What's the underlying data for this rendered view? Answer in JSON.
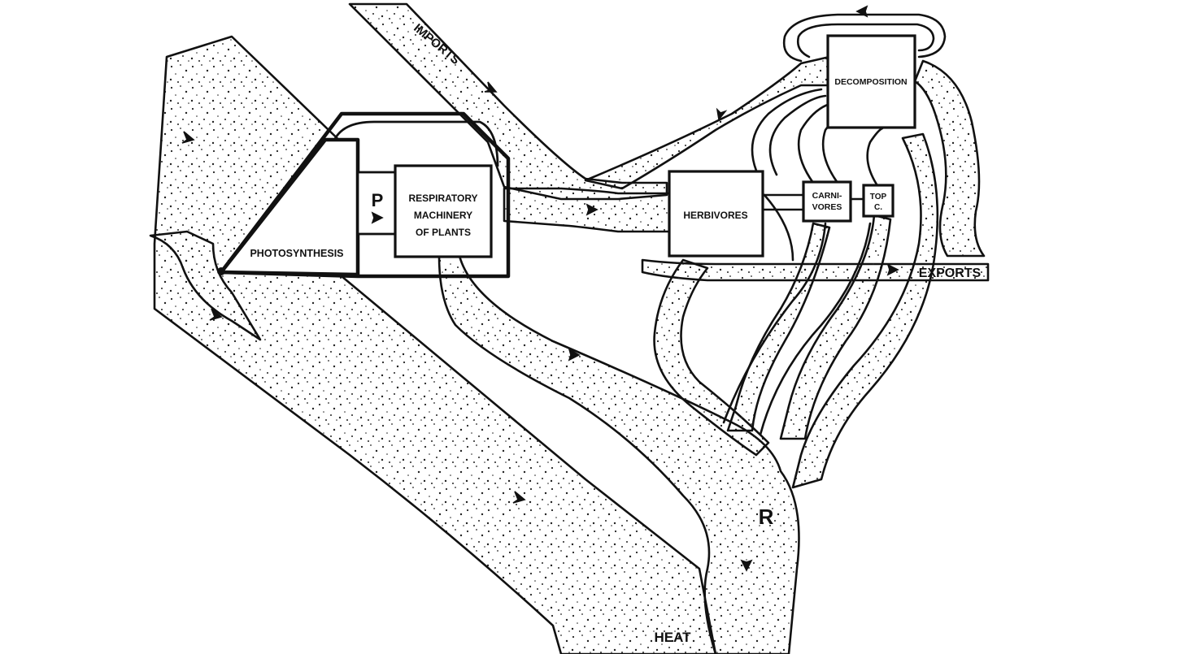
{
  "diagram": {
    "labels": {
      "photosynthesis": "PHOTOSYNTHESIS",
      "p": "P",
      "respiratory": [
        "RESPIRATORY",
        "MACHINERY",
        "OF PLANTS"
      ],
      "herbivores": "HERBIVORES",
      "carnivores": [
        "CARNI-",
        "VORES"
      ],
      "top_carnivores": [
        "TOP",
        "C."
      ],
      "decomposition": "DECOMPOSITION",
      "imports": "IMPORTS",
      "exports": "EXPORTS",
      "r": "R",
      "heat": "HEAT"
    }
  }
}
